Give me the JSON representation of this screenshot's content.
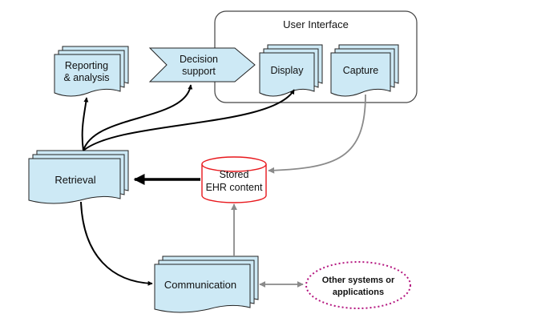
{
  "diagram": {
    "top_caption": "",
    "user_interface": {
      "label": "User Interface"
    },
    "nodes": {
      "reporting": {
        "line1": "Reporting",
        "line2": "& analysis"
      },
      "decision": {
        "line1": "Decision",
        "line2": "support"
      },
      "display": {
        "label": "Display"
      },
      "capture": {
        "label": "Capture"
      },
      "retrieval": {
        "label": "Retrieval"
      },
      "stored": {
        "line1": "Stored",
        "line2": "EHR content"
      },
      "communication": {
        "label": "Communication"
      },
      "other": {
        "line1": "Other systems or",
        "line2": "applications"
      }
    },
    "colors": {
      "doc_fill": "#cde9f5",
      "doc_stroke": "#222222",
      "cylinder_stroke": "#e8171c",
      "other_stroke": "#b4157f",
      "gray_arrow": "#8a8a8a",
      "black_arrow": "#000000"
    }
  }
}
